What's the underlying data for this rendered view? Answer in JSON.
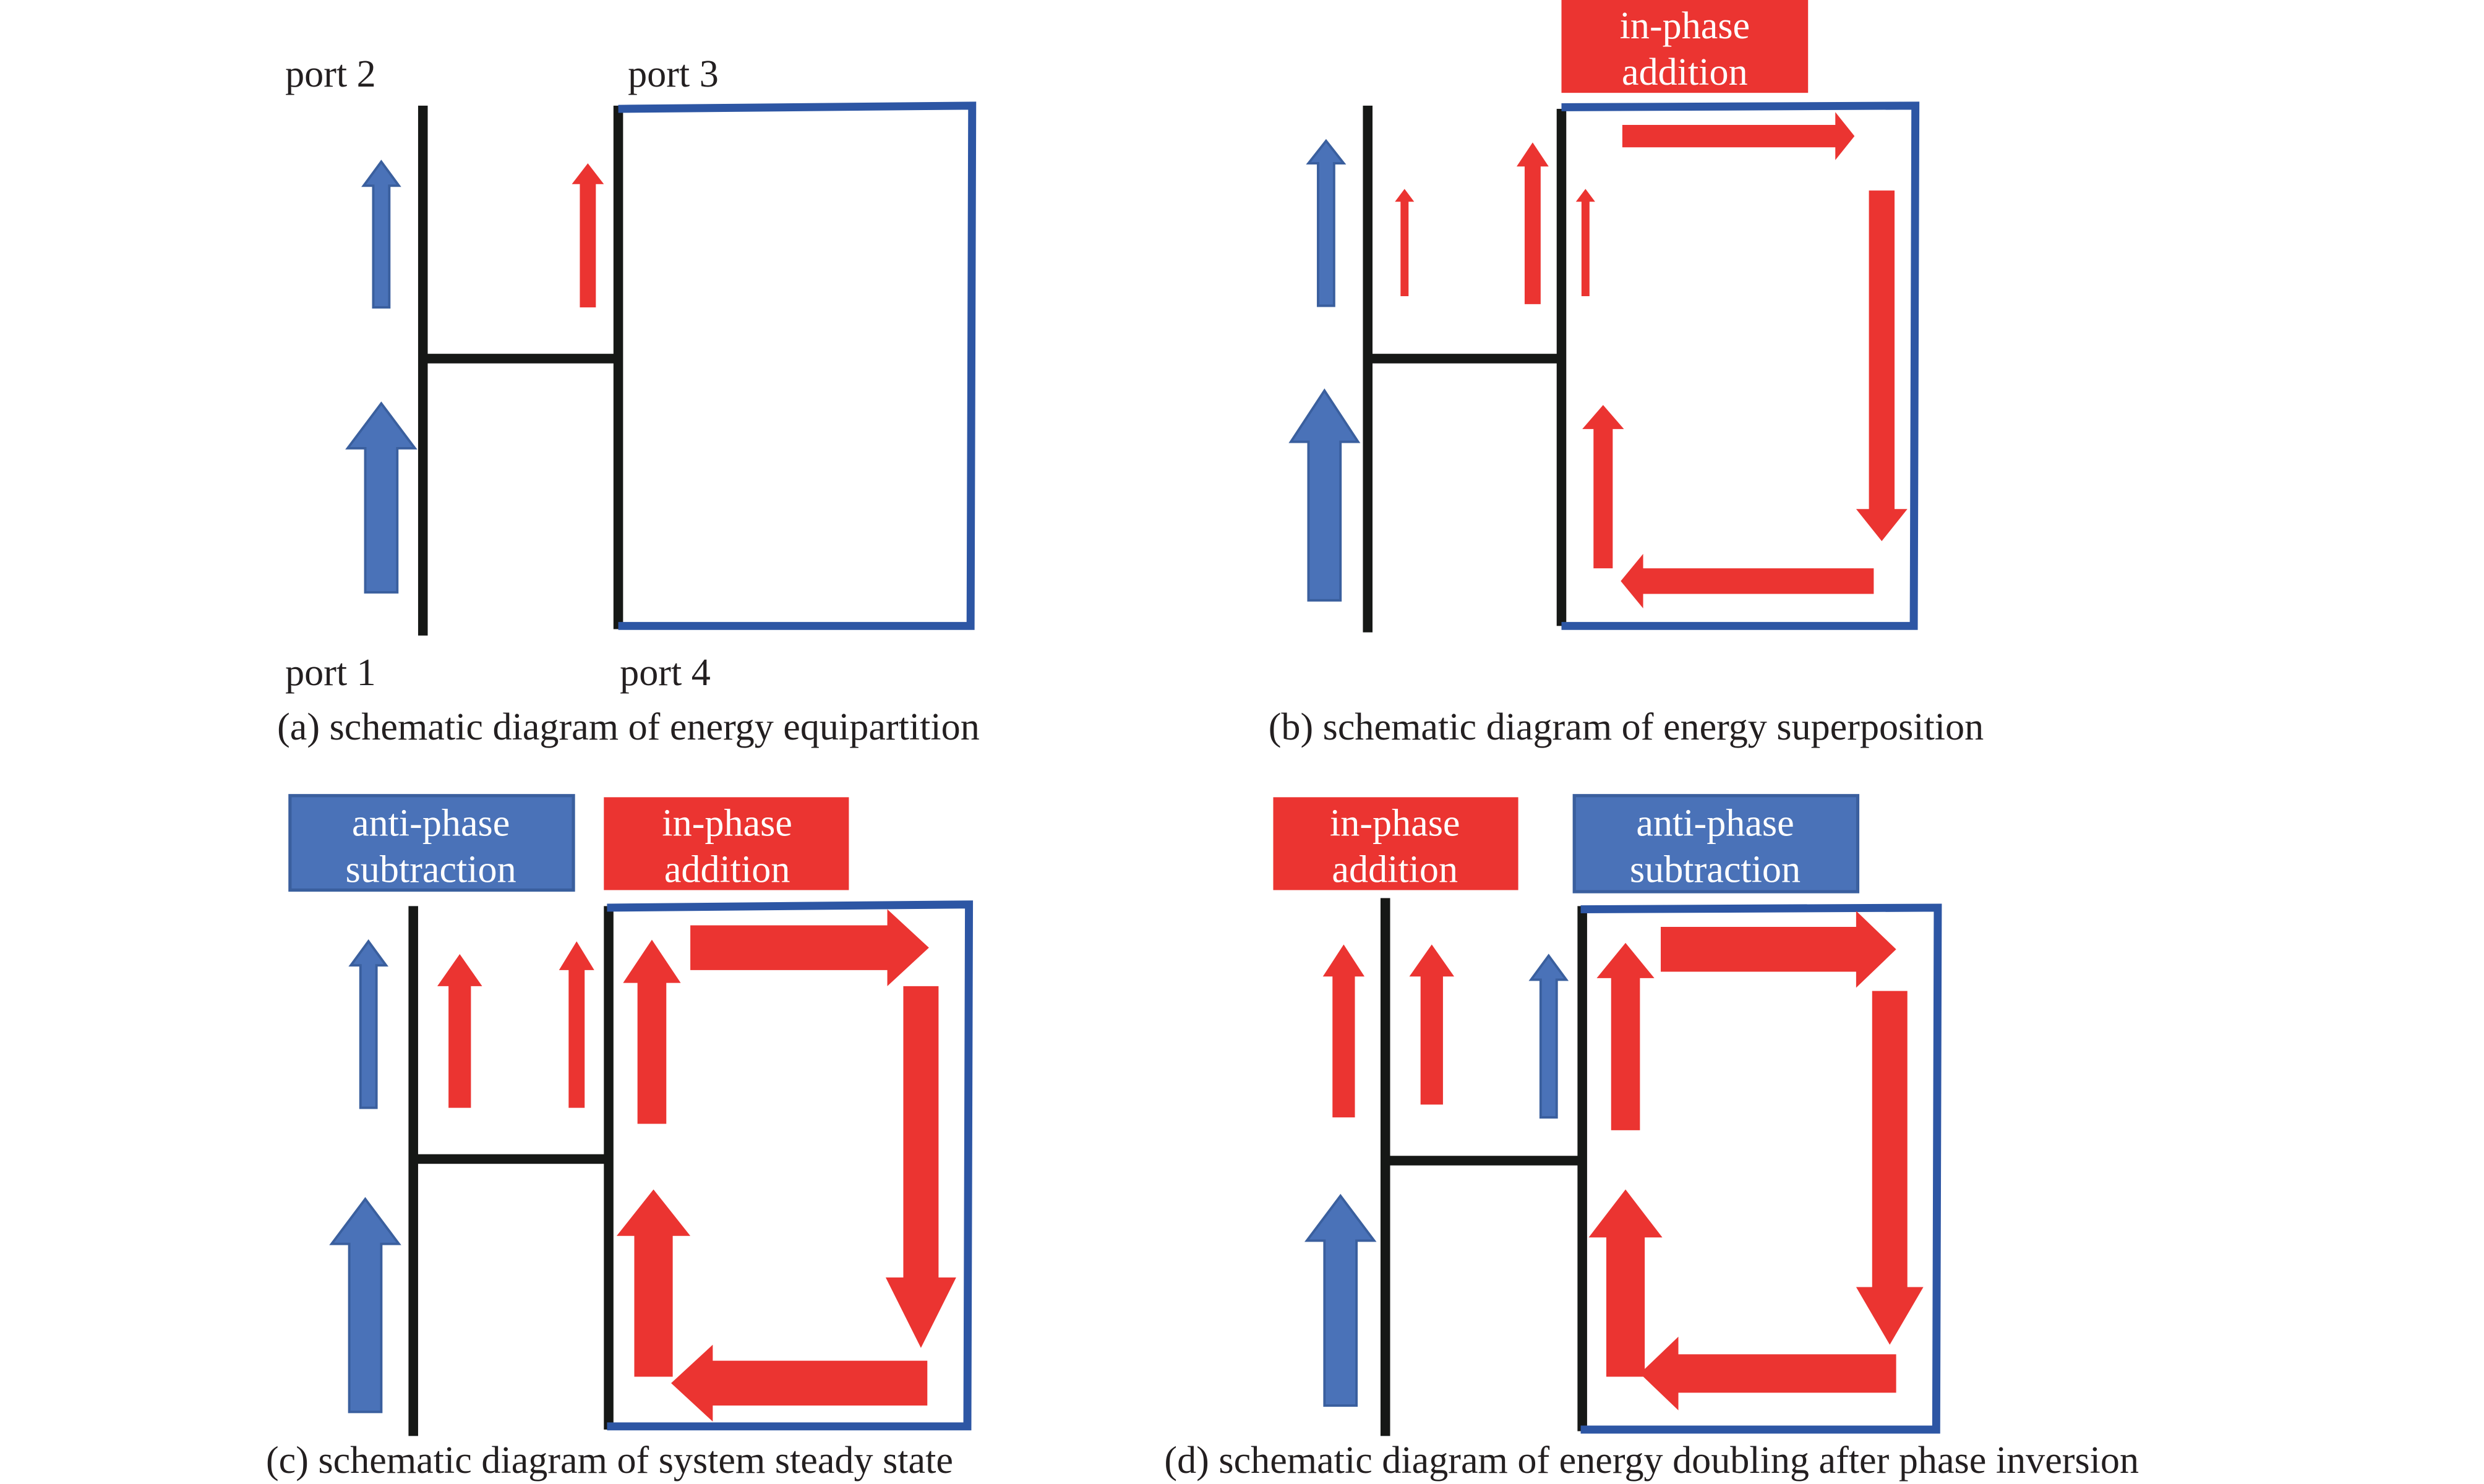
{
  "colors": {
    "line": "#161816",
    "frame": "#2d56a4",
    "red": "#eb3431",
    "blue_fill": "#4a72b8",
    "blue_stroke": "#3a5f9e",
    "text": "#231f20",
    "tag_text": "#ffffff"
  },
  "panels": {
    "a": {
      "ports": {
        "port1": "port 1",
        "port2": "port 2",
        "port3": "port 3",
        "port4": "port 4"
      },
      "caption": "(a) schematic diagram of energy equipartition"
    },
    "b": {
      "tag": {
        "line1": "in-phase",
        "line2": "addition",
        "kind": "in-phase"
      },
      "caption": "(b) schematic diagram of energy superposition"
    },
    "c": {
      "tag_left": {
        "line1": "anti-phase",
        "line2": "subtraction",
        "kind": "anti-phase"
      },
      "tag_right": {
        "line1": "in-phase",
        "line2": "addition",
        "kind": "in-phase"
      },
      "caption": "(c) schematic diagram of system steady state"
    },
    "d": {
      "tag_left": {
        "line1": "in-phase",
        "line2": "addition",
        "kind": "in-phase"
      },
      "tag_right": {
        "line1": "anti-phase",
        "line2": "subtraction",
        "kind": "anti-phase"
      },
      "caption": "(d) schematic diagram of energy doubling after phase inversion"
    }
  }
}
